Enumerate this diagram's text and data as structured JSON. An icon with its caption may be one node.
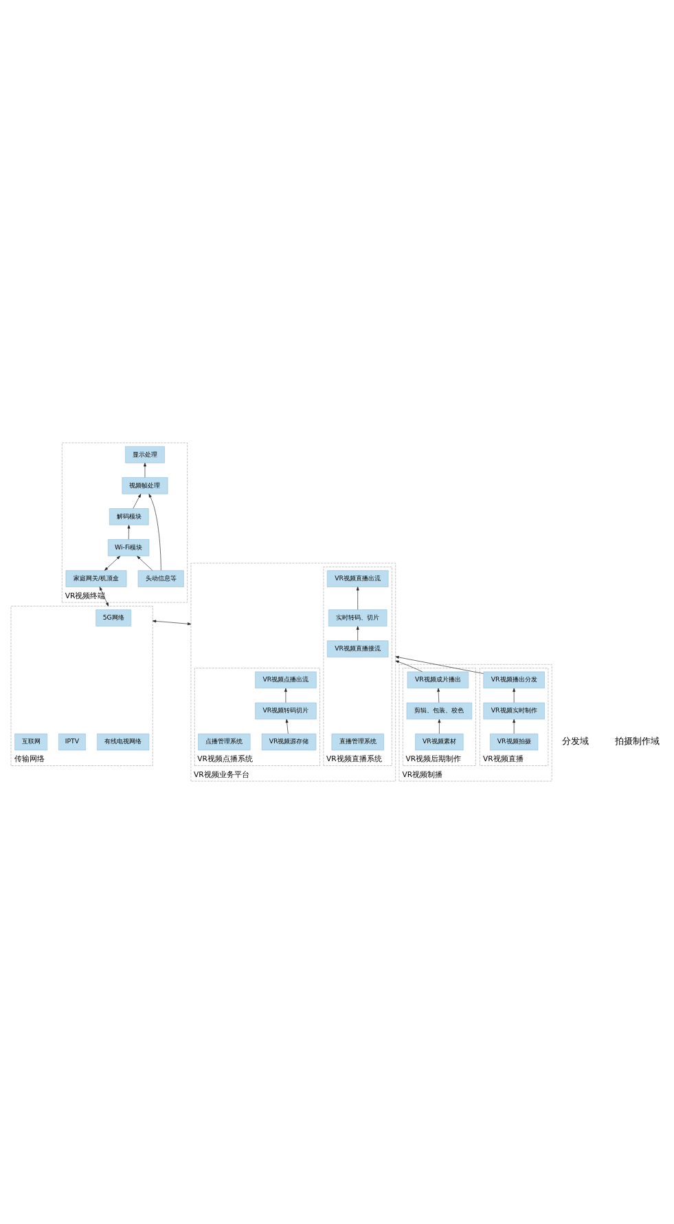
{
  "diagram": {
    "nodes": [
      {
        "text": [
          "VR视频终端"
        ]
      },
      {
        "text": [
          "显示处理"
        ],
        "in": 0
      },
      {
        "text": [
          "头动信息等"
        ],
        "in": 0
      },
      {
        "text": [
          "视频帧处理"
        ],
        "in": 0
      },
      {
        "text": [
          "解码模块"
        ],
        "in": 0
      },
      {
        "text": [
          "Wi-Fi模块"
        ],
        "in": 0
      },
      {
        "text": [
          "家庭网关/机顶盒"
        ],
        "in": 0
      },
      {
        "text": [
          "传输网络"
        ]
      },
      {
        "text": [
          "5G网络"
        ],
        "in": 7
      },
      {
        "text": [
          "有线电视网络"
        ],
        "in": 7
      },
      {
        "text": [
          "IPTV"
        ],
        "in": 7
      },
      {
        "text": [
          "互联网"
        ],
        "in": 7
      },
      {
        "text": [
          "VR视频业务平台"
        ]
      },
      {
        "text": [
          "VR视频直播系统"
        ],
        "in": 12
      },
      {
        "text": [
          "VR视频直播接流"
        ],
        "in": 13
      },
      {
        "text": [
          "实时转码、切片"
        ],
        "in": 13
      },
      {
        "text": [
          "VR视频直播出流"
        ],
        "in": 13
      },
      {
        "text": [
          "直播管理系统"
        ],
        "in": 13
      },
      {
        "text": [
          "VR视频点播系统"
        ],
        "in": 12
      },
      {
        "text": [
          "VR视频源存储"
        ],
        "in": 18
      },
      {
        "text": [
          "VR视频转码切片"
        ],
        "in": 18
      },
      {
        "text": [
          "VR视频点播出流"
        ],
        "in": 18
      },
      {
        "text": [
          "点播管理系统"
        ],
        "in": 18
      },
      {
        "text": [
          "VR视频制播"
        ]
      },
      {
        "text": [
          "VR视频直播"
        ],
        "in": 23
      },
      {
        "text": [
          "VR视频拍摄"
        ],
        "in": 24
      },
      {
        "text": [
          "VR视频实时制作"
        ],
        "in": 24
      },
      {
        "text": [
          "VR视频播出分发"
        ],
        "in": 24
      },
      {
        "text": [
          "VR视频后期制作"
        ],
        "in": 23
      },
      {
        "text": [
          "VR视频素材"
        ],
        "in": 28
      },
      {
        "text": [
          "剪辑、包装、校色"
        ],
        "in": 28
      },
      {
        "text": [
          "VR视频成片播出"
        ],
        "in": 28
      }
    ],
    "edges": [
      {
        "from": 25,
        "to": 26,
        "arrow": "to"
      },
      {
        "from": 26,
        "to": 27,
        "arrow": "to"
      },
      {
        "from": 29,
        "to": 30,
        "arrow": "to"
      },
      {
        "from": 30,
        "to": 31,
        "arrow": "to"
      },
      {
        "from": 27,
        "to": 12,
        "arrow": "to"
      },
      {
        "from": 31,
        "to": 12,
        "arrow": "to"
      },
      {
        "from": 14,
        "to": 15,
        "arrow": "to"
      },
      {
        "from": 15,
        "to": 16,
        "arrow": "to"
      },
      {
        "from": 19,
        "to": 20,
        "arrow": "to"
      },
      {
        "from": 20,
        "to": 21,
        "arrow": "to"
      },
      {
        "from": 12,
        "to": 7,
        "arrow": "both"
      },
      {
        "from": 7,
        "to": 6,
        "arrow": "both"
      },
      {
        "from": 6,
        "to": 5,
        "arrow": "both"
      },
      {
        "from": 5,
        "to": 4,
        "arrow": "to"
      },
      {
        "from": 4,
        "to": 3,
        "arrow": "to"
      },
      {
        "from": 2,
        "to": 3,
        "arrow": "to"
      },
      {
        "from": 2,
        "to": 5,
        "arrow": "to"
      },
      {
        "from": 3,
        "to": 1,
        "arrow": "to"
      }
    ],
    "labels": [
      "分发域",
      "拍摄制作域"
    ]
  }
}
